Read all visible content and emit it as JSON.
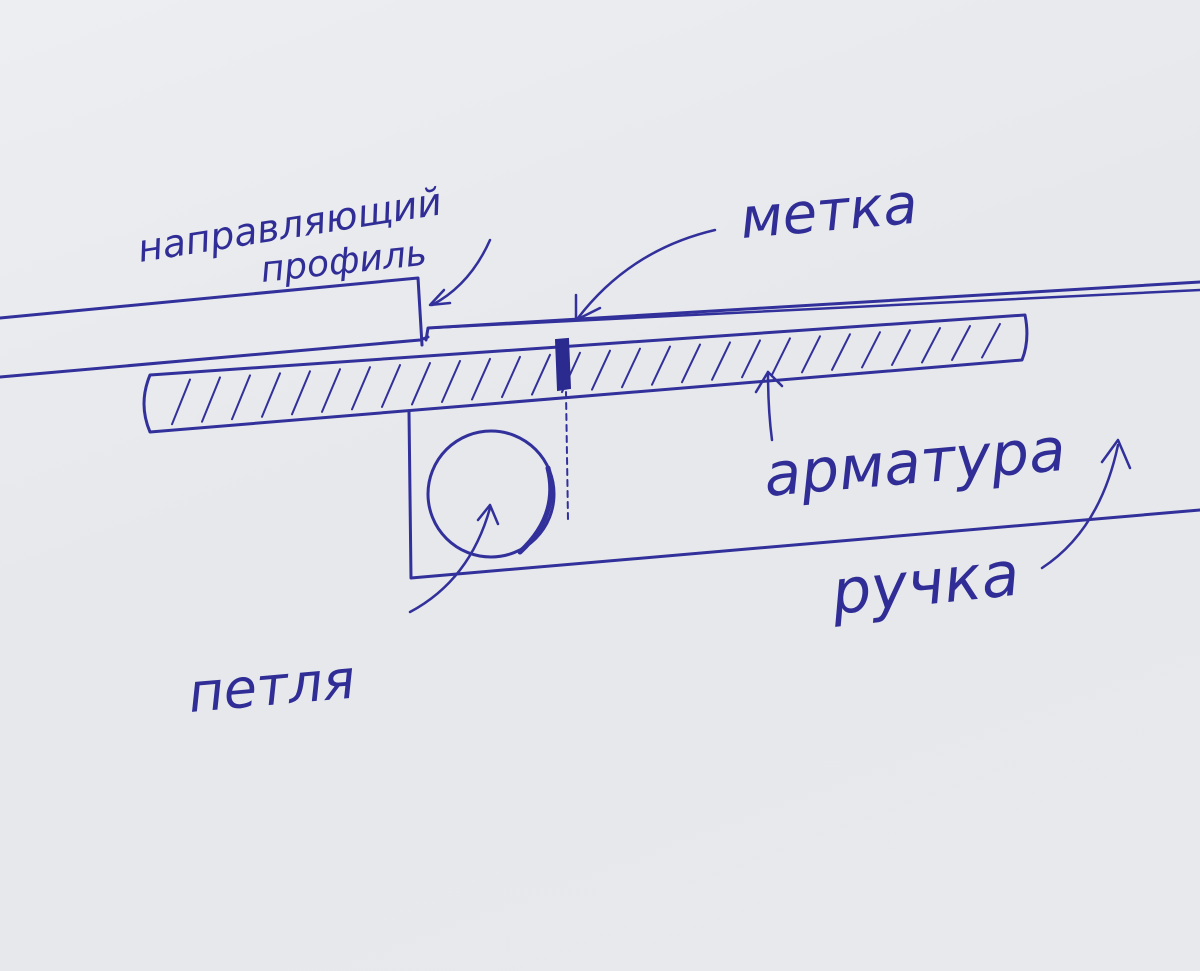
{
  "labels": {
    "guide_profile_line1": "направляющий",
    "guide_profile_line2": "профиль",
    "mark": "метка",
    "rebar": "арматура",
    "handle": "ручка",
    "loop": "петля"
  },
  "colors": {
    "ink": "#32309a",
    "paper": "#e9eaee"
  }
}
